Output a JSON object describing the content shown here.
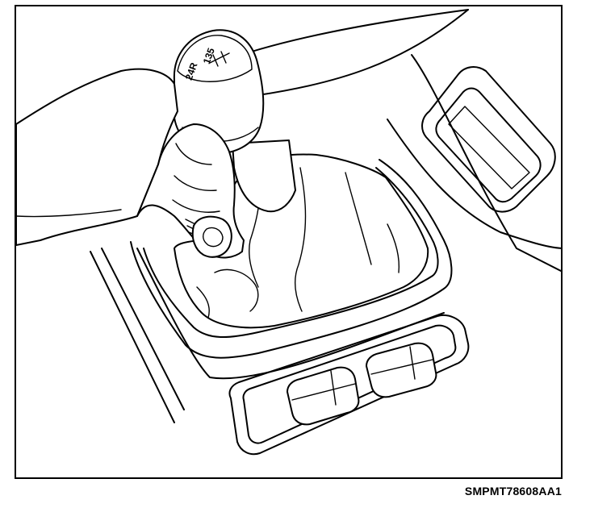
{
  "figure": {
    "code": "SMPMT78608AA1"
  },
  "shift_pattern": {
    "top_row": "135",
    "bottom_row": "24R"
  }
}
